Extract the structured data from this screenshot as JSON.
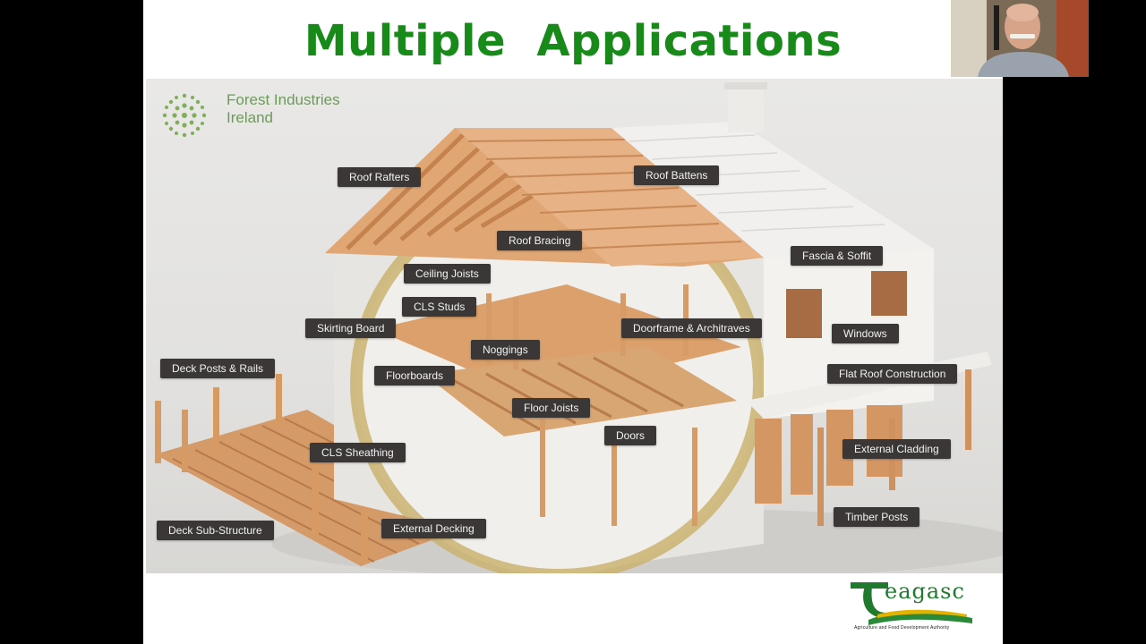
{
  "slide": {
    "title": "Multiple  Applications"
  },
  "logos": {
    "forest_industries_line1": "Forest Industries",
    "forest_industries_line2": "Ireland",
    "teagasc_name": "eagasc",
    "teagasc_tagline": "Agriculture and Food Development Authority"
  },
  "labels": {
    "roof_rafters": "Roof Rafters",
    "roof_battens": "Roof Battens",
    "roof_bracing": "Roof Bracing",
    "ceiling_joists": "Ceiling Joists",
    "fascia_soffit": "Fascia & Soffit",
    "cls_studs": "CLS Studs",
    "skirting_board": "Skirting Board",
    "doorframe_architraves": "Doorframe & Architraves",
    "windows": "Windows",
    "noggings": "Noggings",
    "deck_posts_rails": "Deck Posts & Rails",
    "floorboards": "Floorboards",
    "flat_roof_construction": "Flat Roof Construction",
    "floor_joists": "Floor Joists",
    "doors": "Doors",
    "cls_sheathing": "CLS Sheathing",
    "external_cladding": "External Cladding",
    "timber_posts": "Timber Posts",
    "deck_sub_structure": "Deck Sub-Structure",
    "external_decking": "External Decking"
  },
  "colors": {
    "title_green": "#178a1a",
    "label_bg": "#3a3736",
    "timber": "#d9a070",
    "insulation": "#c9b06a"
  }
}
